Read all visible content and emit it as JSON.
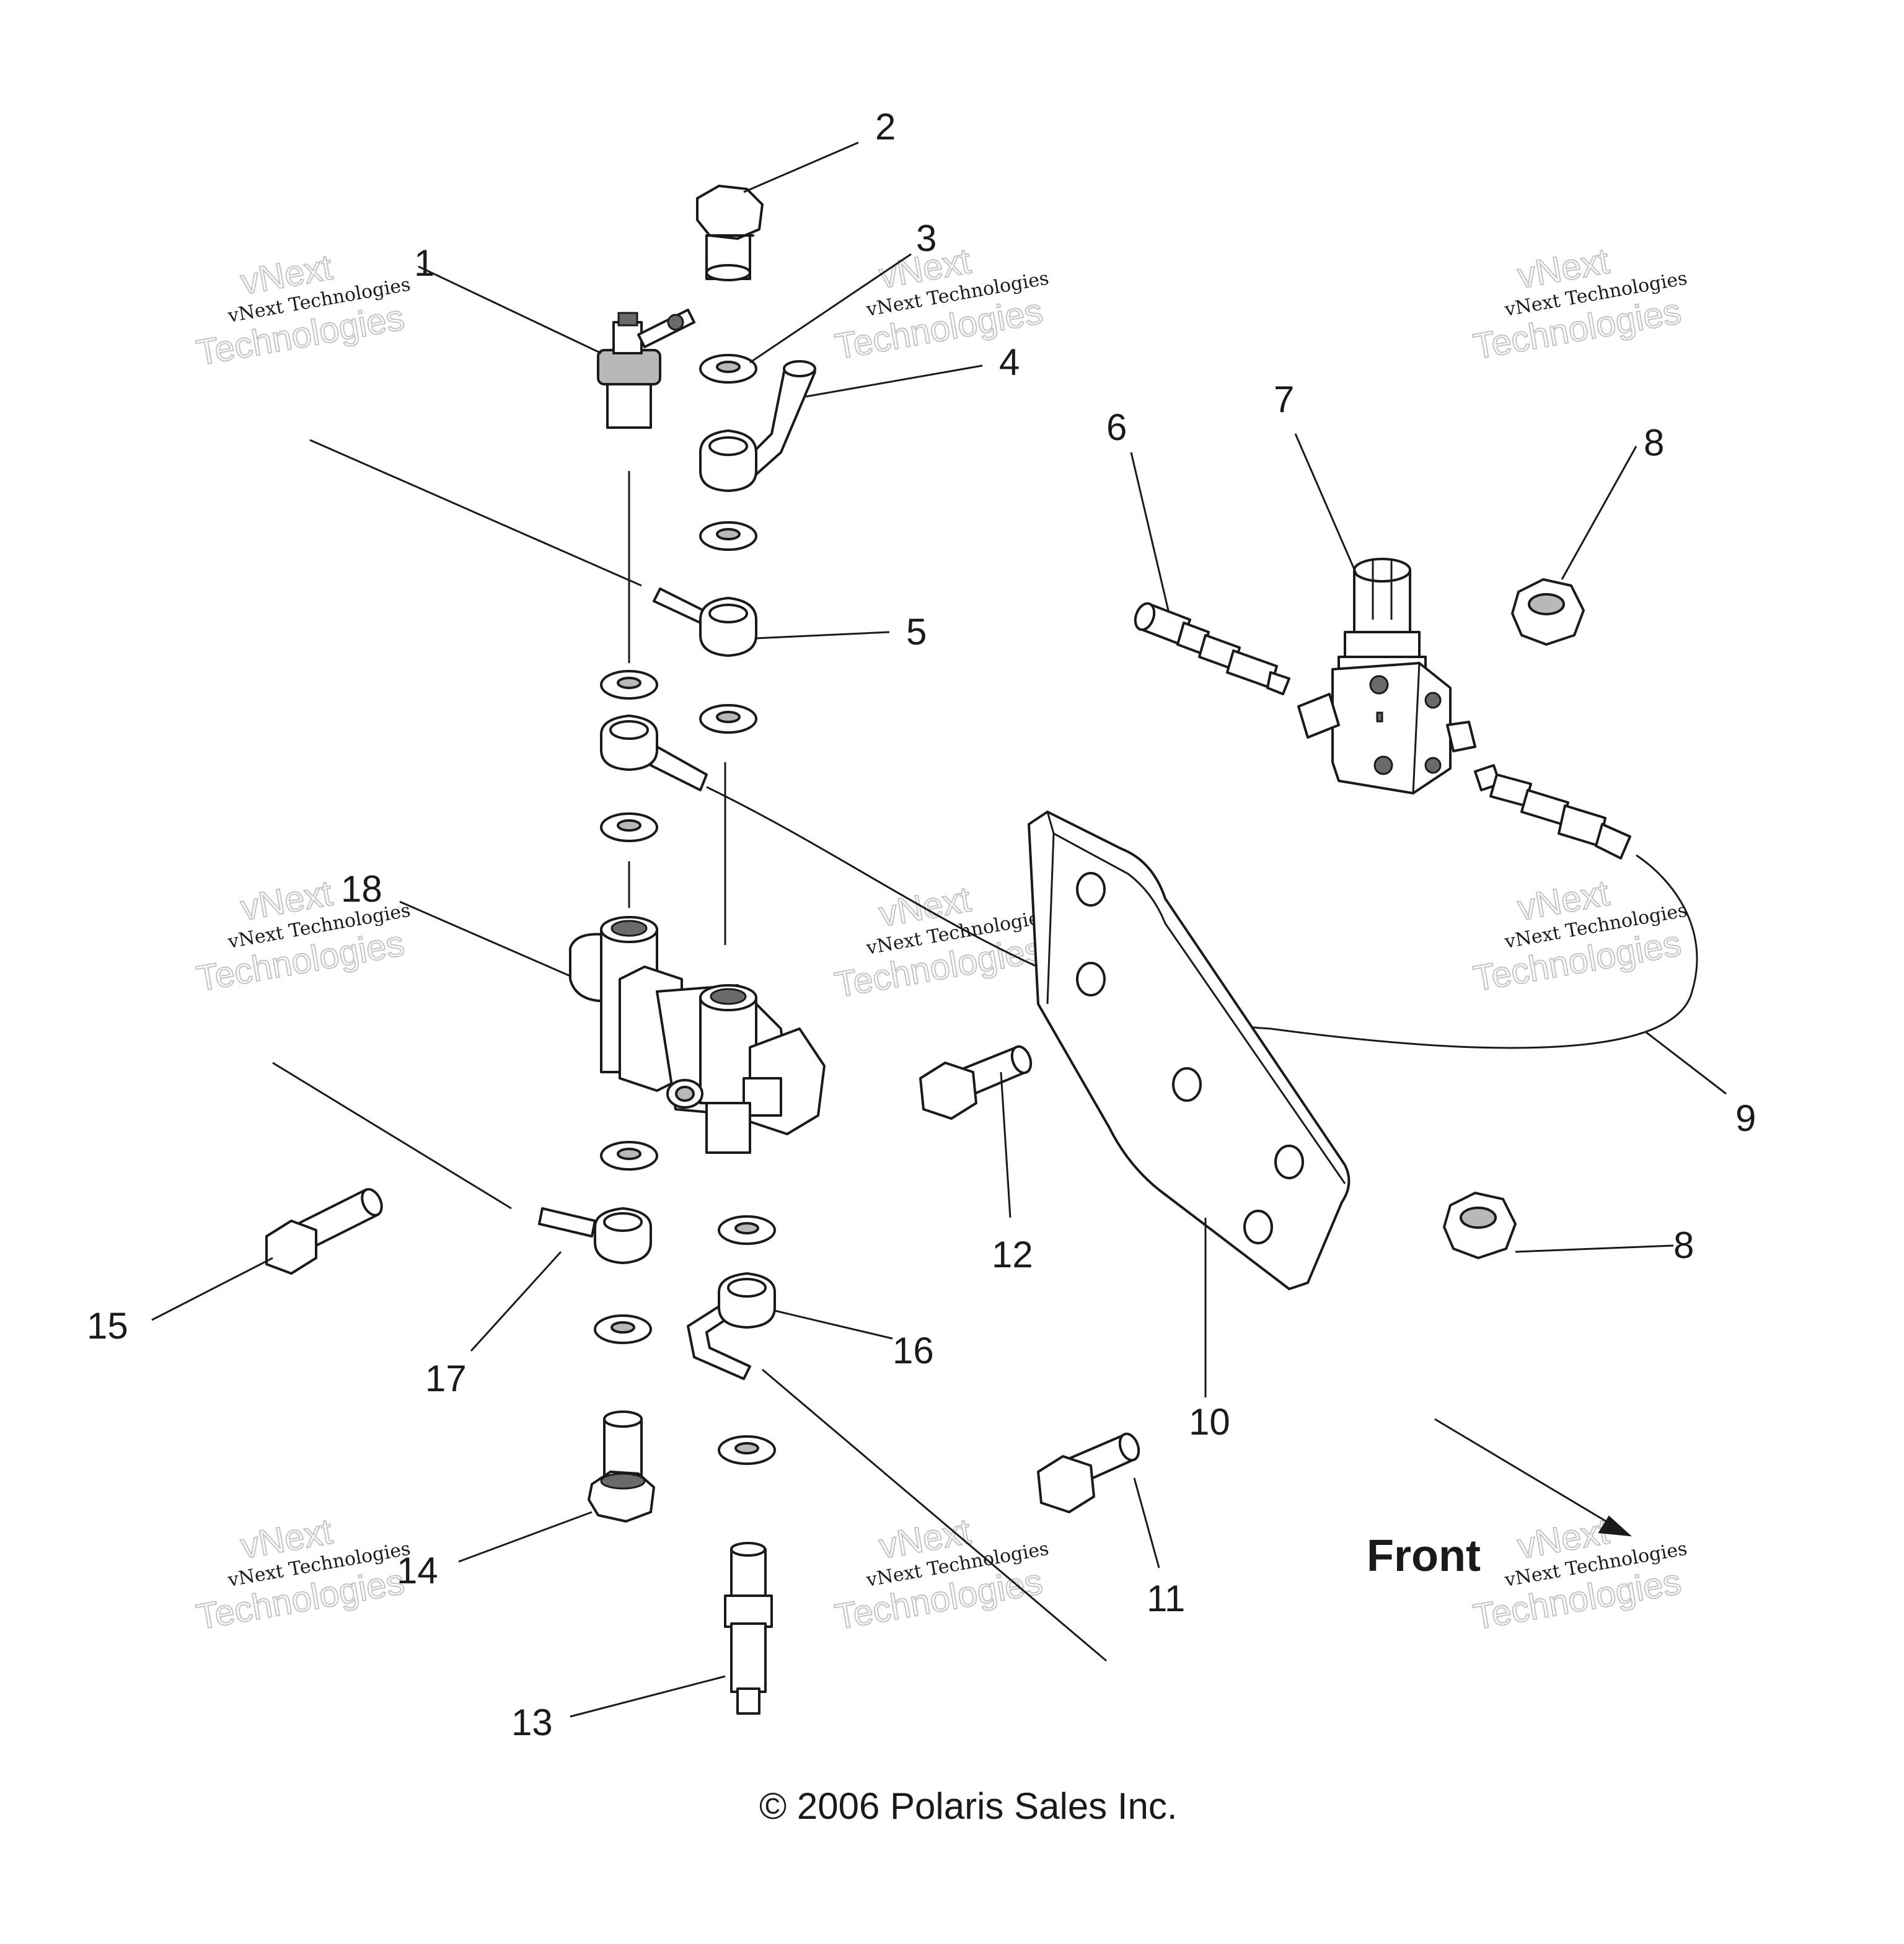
{
  "callouts": [
    "1",
    "2",
    "3",
    "4",
    "5",
    "6",
    "7",
    "8",
    "8",
    "9",
    "10",
    "11",
    "12",
    "13",
    "14",
    "15",
    "16",
    "17",
    "18"
  ],
  "direction_label": "Front",
  "copyright": "© 2006 Polaris Sales Inc.",
  "watermark": {
    "line1": "vNext Technologies",
    "line2_a": "vNext",
    "line2_b": "Technologies"
  },
  "colors": {
    "line": "#1a1a1a",
    "watermark": "#c4c4c4",
    "background": "#ffffff"
  }
}
